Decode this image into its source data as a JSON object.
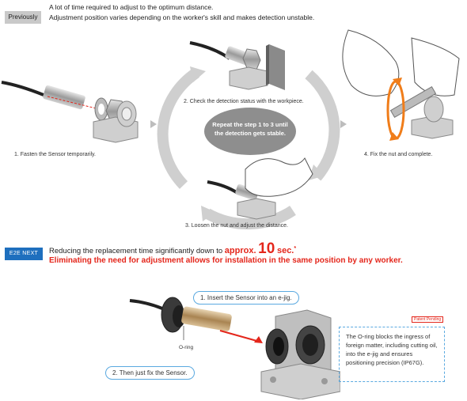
{
  "previously": {
    "tag": "Previously",
    "line1": "A lot of time required to adjust to the optimum distance.",
    "line2": "Adjustment position varies depending on the worker's skill and makes detection unstable."
  },
  "steps": {
    "step1": "1. Fasten the Sensor temporarily.",
    "step2": "2. Check the detection status with the workpiece.",
    "step3": "3. Loosen the nut and adjust the distance.",
    "step4": "4. Fix the nut and complete.",
    "repeat": "Repeat the step 1 to 3 until the detection gets stable."
  },
  "next": {
    "tag": "E2E NEXT",
    "line1_pre": "Reducing the replacement time significantly down to ",
    "line1_approx": "approx.",
    "line1_num": "10",
    "line1_unit": "sec.",
    "line1_mark": "*",
    "line2": "Eliminating the need for adjustment allows for installation in the same position by any worker."
  },
  "new_method": {
    "callout1": "1. Insert the Sensor into an e-jig.",
    "callout2": "2. Then just fix the Sensor.",
    "oring_label": "O-ring",
    "patent": "Patent Pending",
    "oring_note": "The O-ring blocks the ingress of foreign matter, including cutting oil, into the e-jig and ensures positioning precision (IP67G)."
  },
  "colors": {
    "accent_red": "#e4261b",
    "accent_blue": "#1e6fbe",
    "orange": "#f07d1a",
    "cycle_gray": "#c8c8c8"
  }
}
